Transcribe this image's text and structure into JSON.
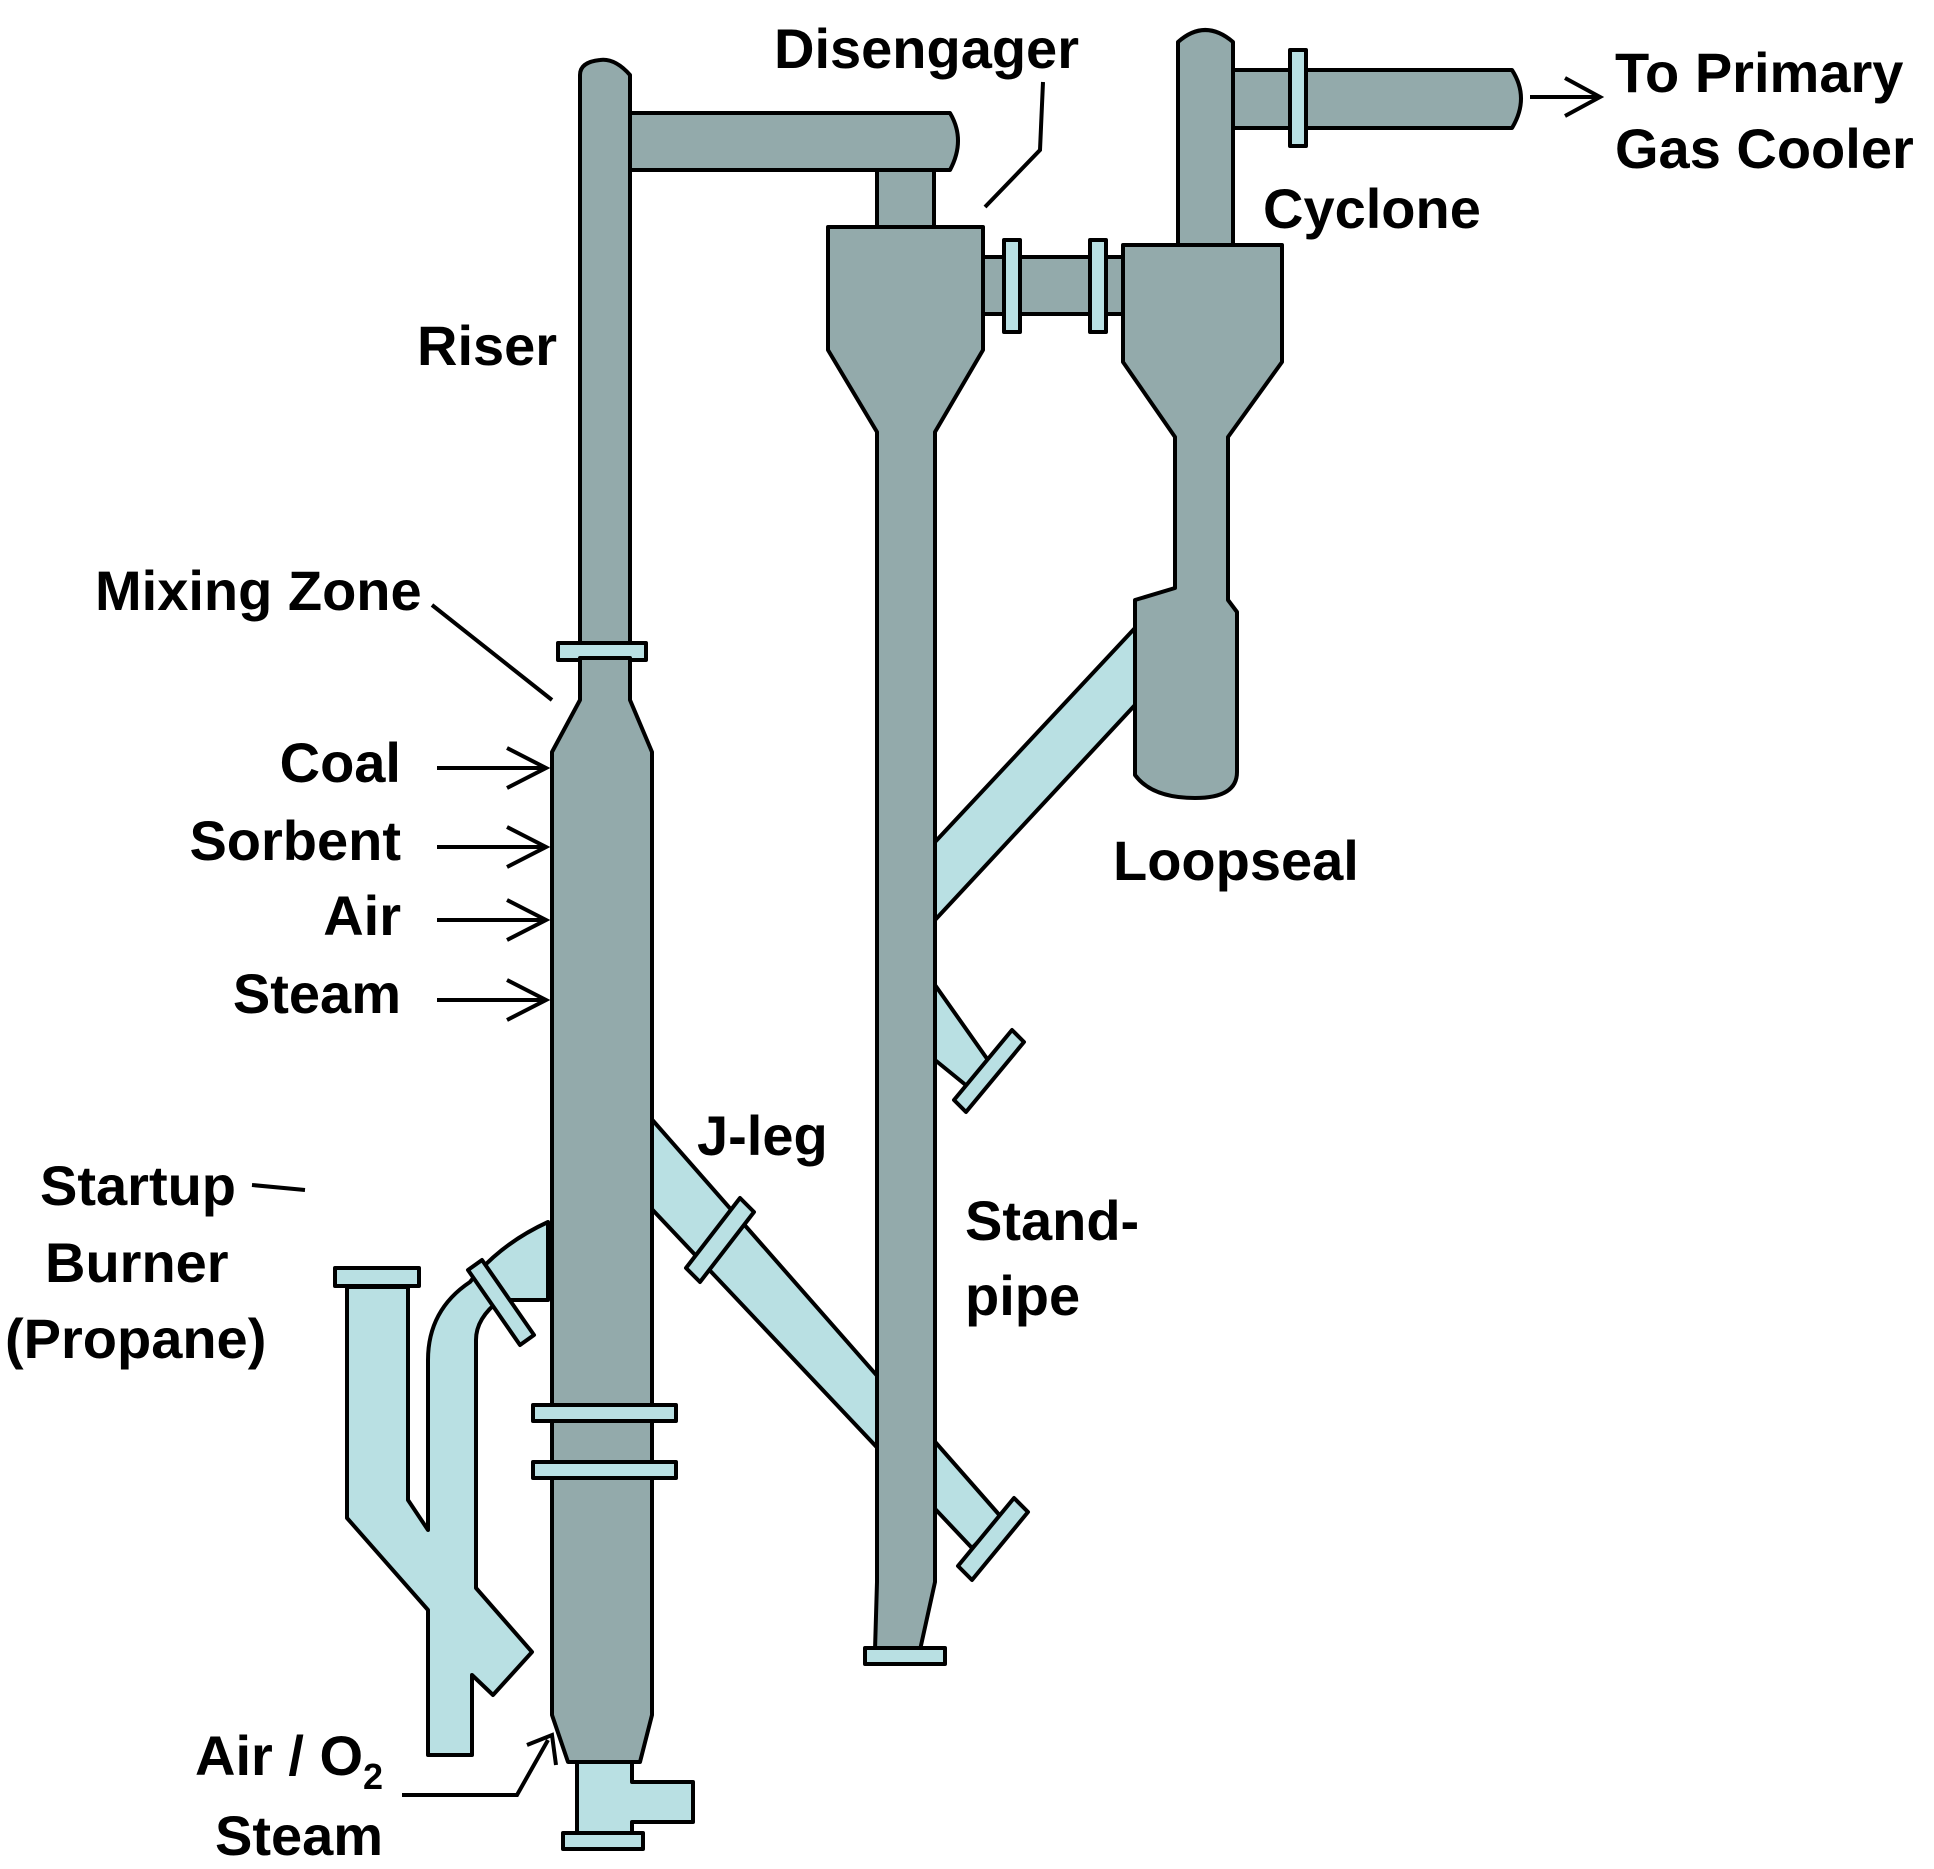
{
  "colors": {
    "vessel": "#93aaab",
    "pipe": "#b9e0e3",
    "outline": "#000000",
    "text": "#000000"
  },
  "labels": {
    "disengager": "Disengager",
    "to_primary": "To Primary",
    "gas_cooler": "Gas Cooler",
    "cyclone": "Cyclone",
    "riser": "Riser",
    "mixing_zone": "Mixing Zone",
    "coal": "Coal",
    "sorbent": "Sorbent",
    "air": "Air",
    "steam": "Steam",
    "loopseal": "Loopseal",
    "j_leg": "J-leg",
    "stand": "Stand-",
    "pipe": "pipe",
    "startup": "Startup",
    "burner": "Burner",
    "propane": "(Propane)",
    "air_o": "Air / O",
    "o2_sub": "2",
    "bottom_steam": "Steam"
  }
}
